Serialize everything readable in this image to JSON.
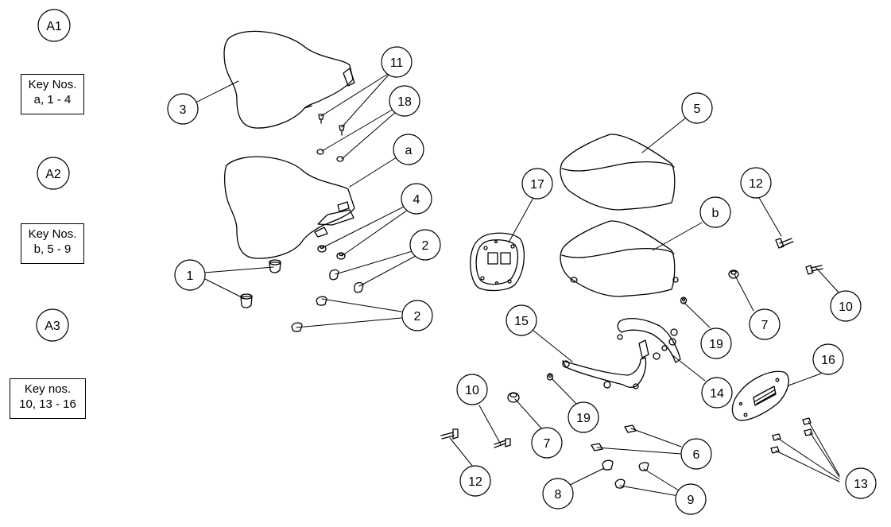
{
  "assemblies": [
    {
      "label": "A1",
      "key_title": "Key Nos.",
      "key_range": "a, 1 - 4"
    },
    {
      "label": "A2",
      "key_title": "Key Nos.",
      "key_range": "b, 5 - 9"
    },
    {
      "label": "A3",
      "key_title": "Key nos.",
      "key_range": "10, 13 - 16"
    }
  ],
  "callouts": [
    "11",
    "3",
    "18",
    "a",
    "4",
    "2",
    "2",
    "1",
    "5",
    "17",
    "b",
    "12",
    "7",
    "10",
    "15",
    "19",
    "14",
    "16",
    "10",
    "19",
    "7",
    "6",
    "12",
    "8",
    "9",
    "13"
  ]
}
